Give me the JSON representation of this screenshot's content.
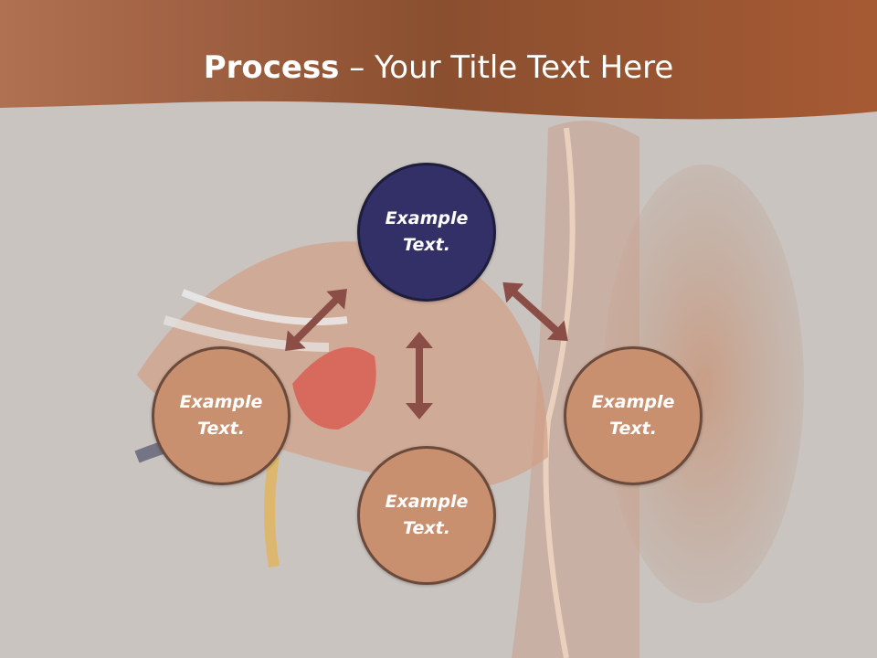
{
  "title": {
    "bold": "Process",
    "rest": " – Your Title Text Here"
  },
  "nodes": {
    "top": "Example Text.",
    "left": "Example Text.",
    "right": "Example Text.",
    "bottom": "Example Text."
  },
  "colors": {
    "header": "#9a5a38",
    "background": "#c9c4c0",
    "center_node": "#323066",
    "outer_node": "#c8906f",
    "arrow": "#8a4e47"
  }
}
